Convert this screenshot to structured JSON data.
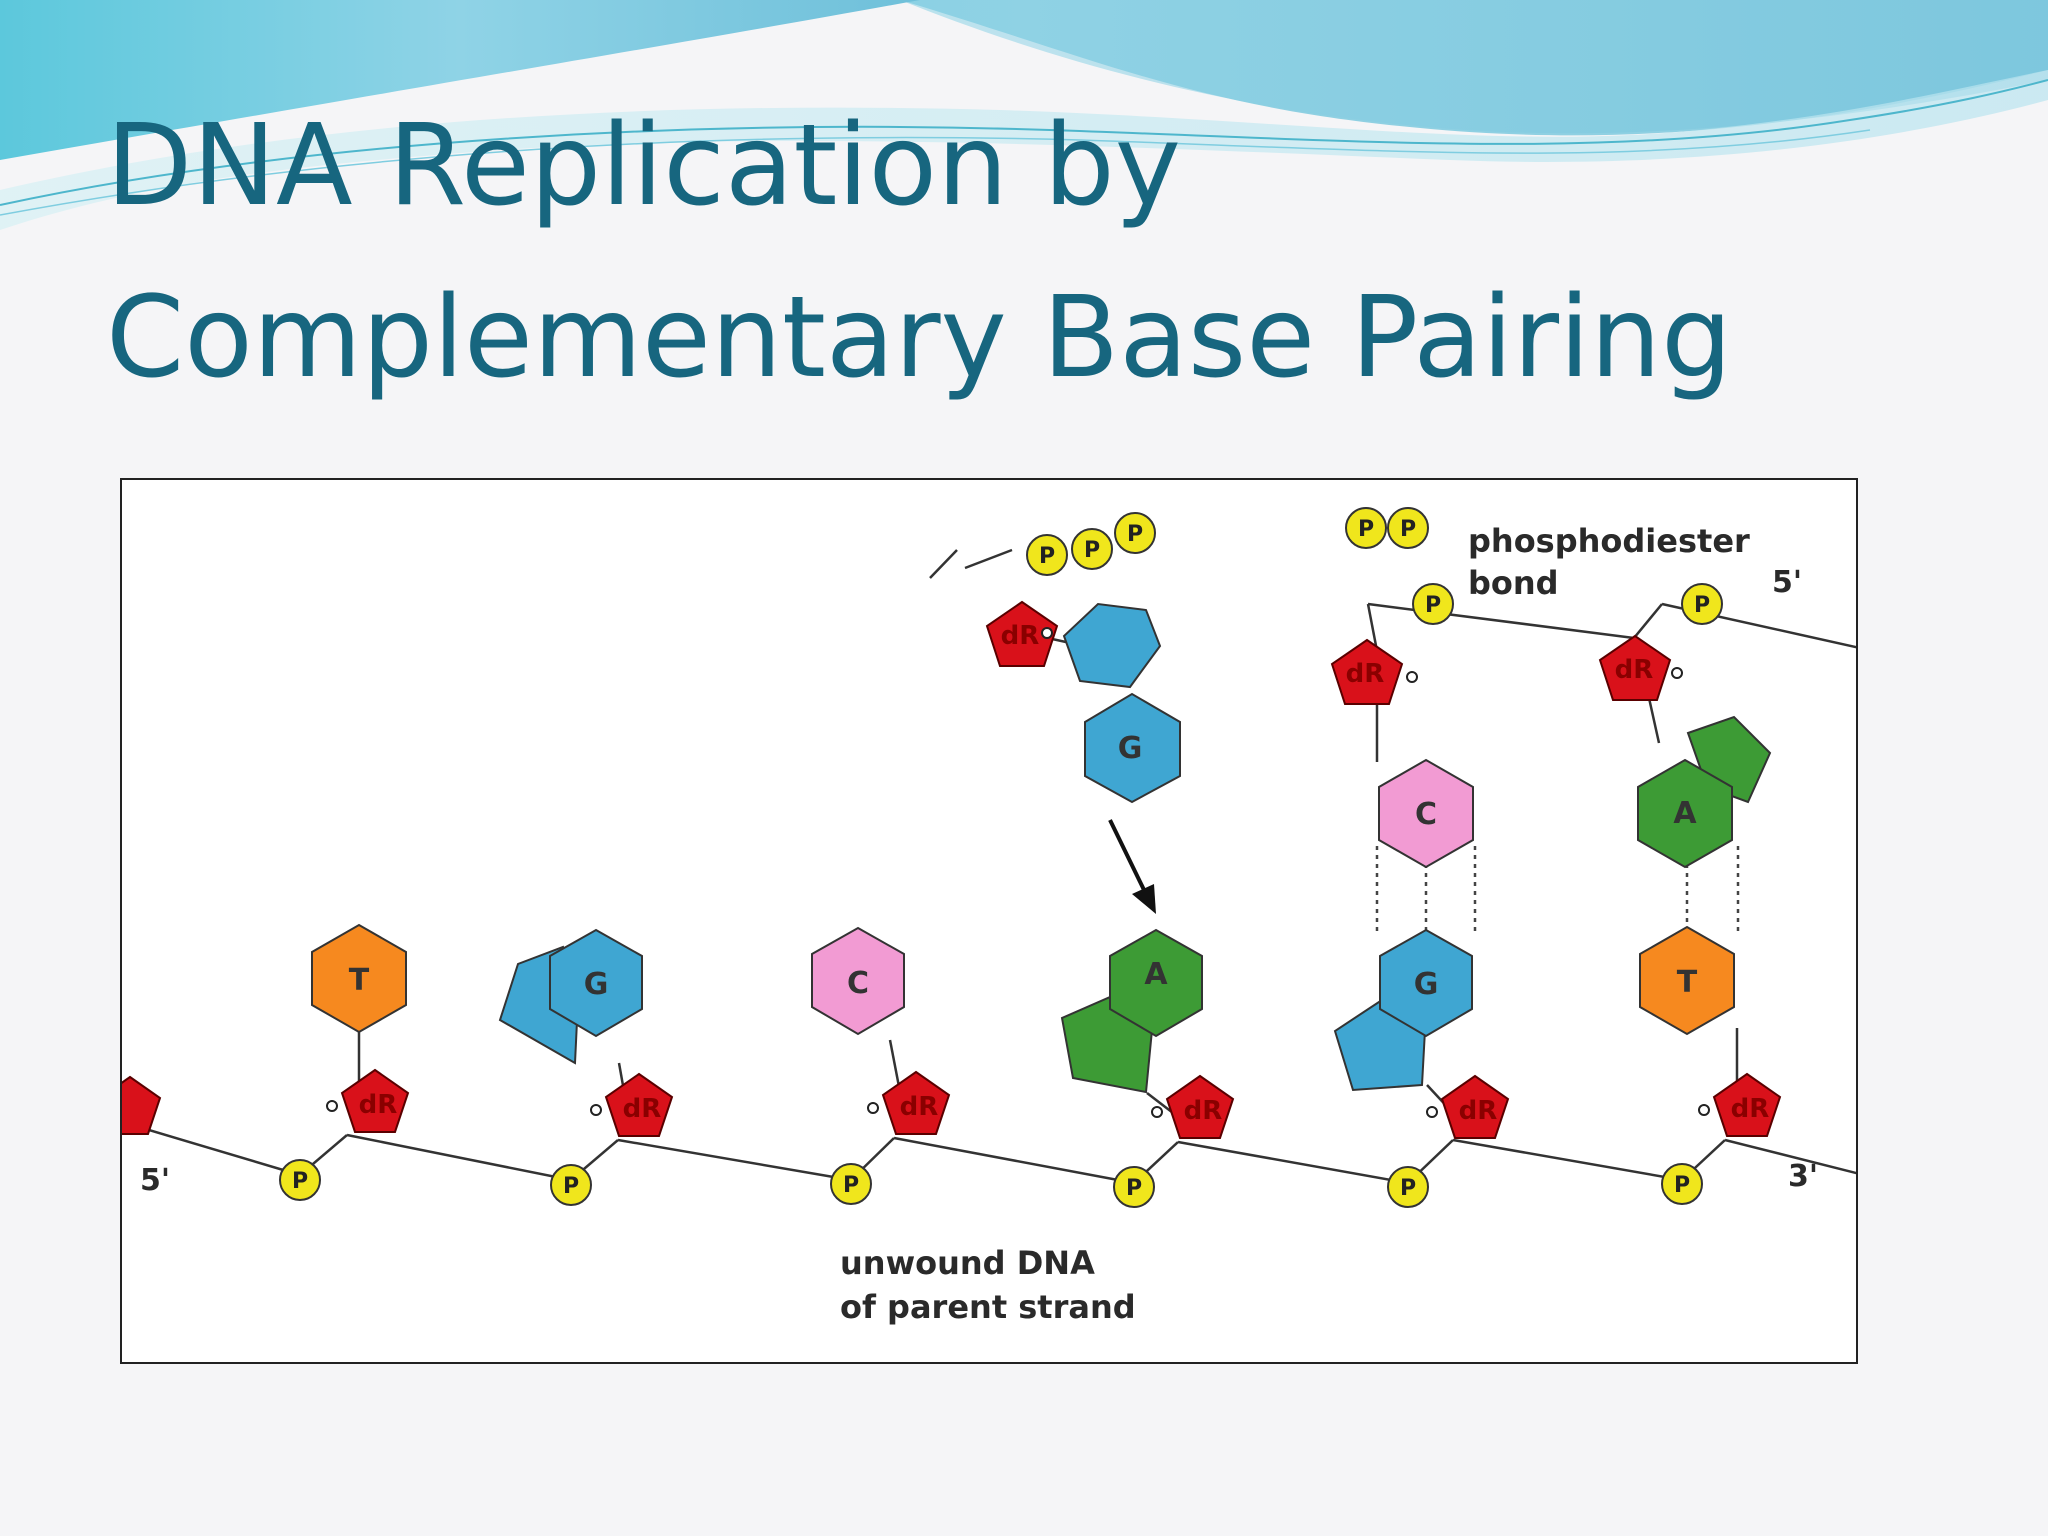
{
  "slide": {
    "title_line1": "DNA Replication by",
    "title_line2": "Complementary Base Pairing"
  },
  "colors": {
    "title": "#17667f",
    "deoxyribose": "#d9111a",
    "phosphate": "#f0e61c",
    "adenine": "#3d9b35",
    "guanine": "#3fa6d2",
    "cytosine": "#f29bd3",
    "thymine": "#f6891f"
  },
  "diagram": {
    "deoxyribose_label": "dR",
    "phosphate_label": "P",
    "label_phosphodiester": [
      "phosphodiester",
      "bond"
    ],
    "label_unwound": [
      "unwound DNA",
      "of parent strand"
    ],
    "end_5_top": "5'",
    "end_5_bottom": "5'",
    "end_3_bottom": "3'",
    "parent_bases": [
      "T",
      "G",
      "C",
      "A",
      "G",
      "T"
    ],
    "incoming_nucleotide": {
      "base": "G",
      "phosphates": [
        "P",
        "P",
        "P"
      ]
    },
    "released_pyrophosphate": [
      "P",
      "P"
    ],
    "new_strand_bases": [
      "C",
      "A"
    ]
  }
}
